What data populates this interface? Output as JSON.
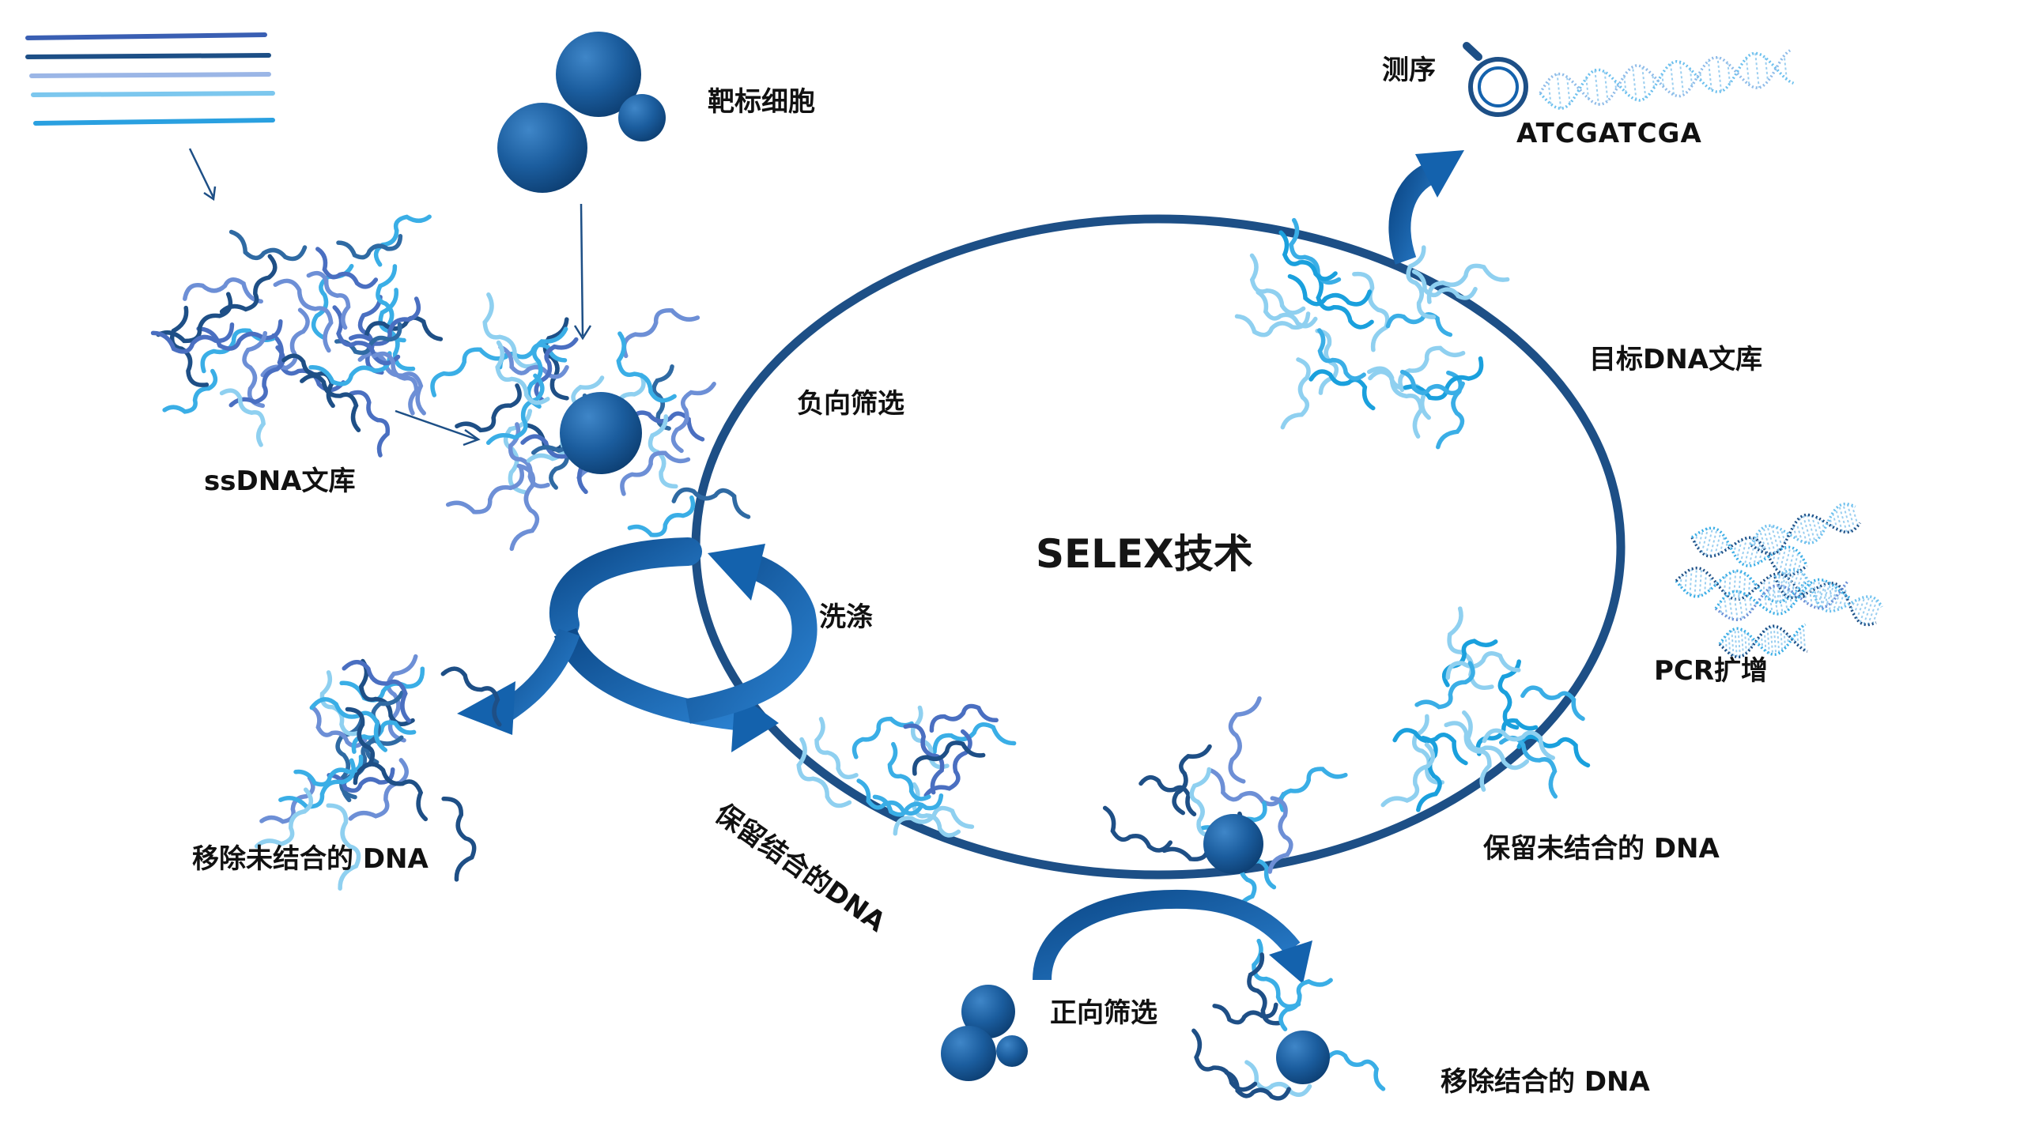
{
  "labels": {
    "target_cell": "靶标细胞",
    "ssdna_library": "ssDNA文库",
    "negative_selection": "负向筛选",
    "wash": "洗涤",
    "remove_unbound": "移除未结合的 DNA",
    "keep_bound": "保留结合的DNA",
    "selex": "SELEX技术",
    "sequencing": "测序",
    "sequence": "ATCGATCGA",
    "target_library": "目标DNA文库",
    "pcr": "PCR扩增",
    "keep_unbound": "保留未结合的 DNA",
    "positive_selection": "正向筛选",
    "remove_bound": "移除结合的 DNA"
  },
  "colors": {
    "ring": "#1d4f86",
    "arrow": "#1462ad",
    "cell": "#1b5d9e",
    "strand_palette": [
      "#1e4f86",
      "#4a6fc1",
      "#3aaee6",
      "#8fd0f0",
      "#6d8fd6",
      "#2f6aa3"
    ]
  }
}
